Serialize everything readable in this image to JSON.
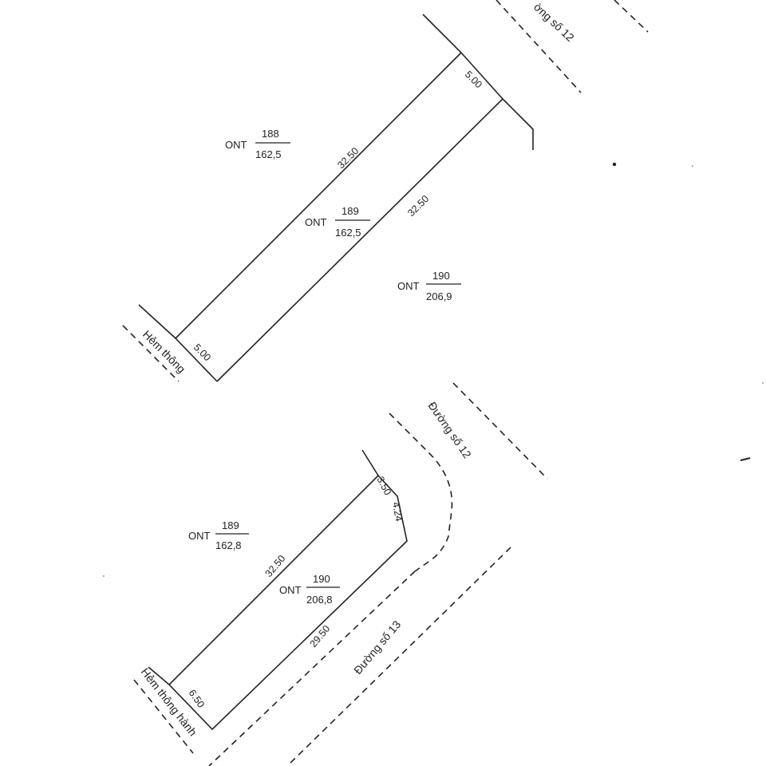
{
  "plan_top": {
    "road_name_cut": "ờng số 12",
    "lane_name_cut": "Hẻm thông",
    "edges": {
      "front": "5.00",
      "back": "5.00",
      "side_left": "32.50",
      "side_right": "32.50"
    },
    "parcels": {
      "p188": {
        "use": "ONT",
        "number": "188",
        "area": "162,5"
      },
      "p189": {
        "use": "ONT",
        "number": "189",
        "area": "162,5"
      },
      "p190": {
        "use": "ONT",
        "number": "190",
        "area": "206,9"
      }
    }
  },
  "plan_bottom": {
    "road_12": "Đường số 12",
    "road_13": "Đường số 13",
    "lane": "Hẻm thông hành",
    "edges": {
      "front_top": "3.50",
      "corner": "4.24",
      "side_left": "32.50",
      "side_right": "29.50",
      "back": "6.50"
    },
    "parcels": {
      "p189": {
        "use": "ONT",
        "number": "189",
        "area": "162,8"
      },
      "p190": {
        "use": "ONT",
        "number": "190",
        "area": "206,8"
      }
    }
  }
}
